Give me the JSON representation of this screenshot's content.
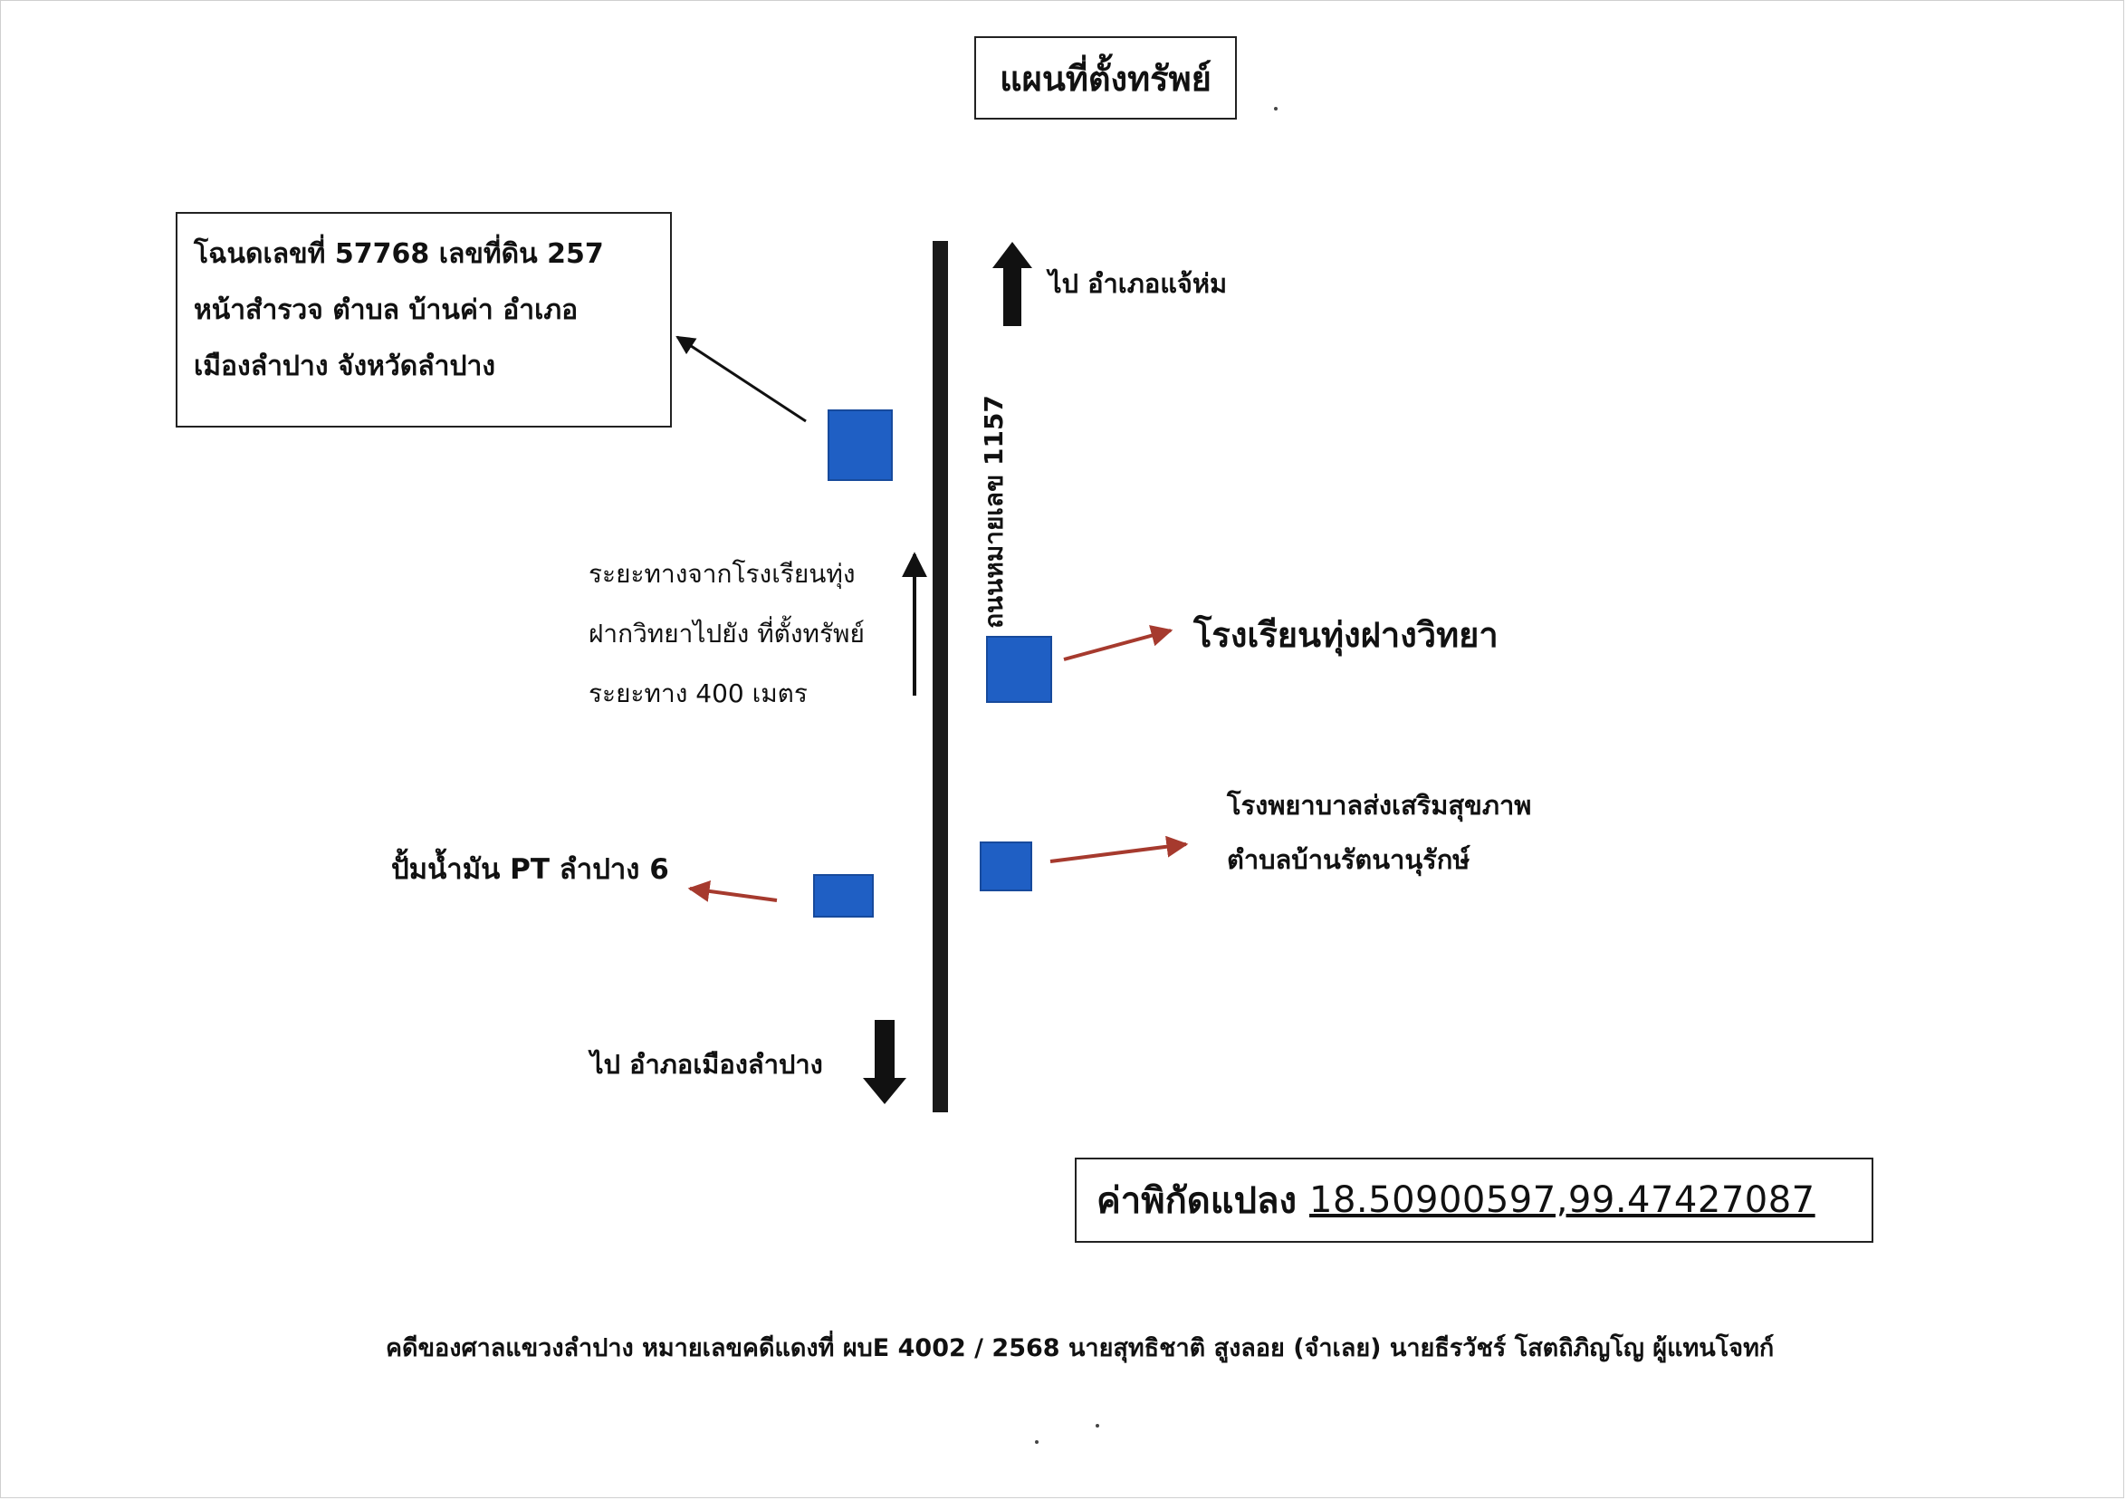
{
  "title": "แผนที่ตั้งทรัพย์",
  "deed": {
    "line1": "โฉนดเลขที่ 57768 เลขที่ดิน 257",
    "line2": "หน้าสำรวจ  ตำบล บ้านค่า อำเภอ",
    "line3": "เมืองลำปาง จังหวัดลำปาง"
  },
  "road": {
    "label": "ถนนหมายเลข 1157"
  },
  "directions": {
    "north": "ไป อำเภอแจ้ห่ม",
    "south": "ไป อำภอเมืองลำปาง"
  },
  "distance": {
    "line1": "ระยะทางจากโรงเรียนทุ่ง",
    "line2": "ฝากวิทยาไปยัง ที่ตั้งทรัพย์",
    "line3": "ระยะทาง 400  เมตร"
  },
  "landmarks": {
    "school": "โรงเรียนทุ่งฝางวิทยา",
    "hospital_line1": "โรงพยาบาลส่งเสริมสุขภาพ",
    "hospital_line2": "ตำบลบ้านรัตนานุรักษ์",
    "gas_station": "ปั้มน้ำมัน PT ลำปาง 6"
  },
  "coordinates": {
    "label": "ค่าพิกัดแปลง",
    "value": "18.50900597,99.47427087"
  },
  "footer": "คดีของศาลแขวงลำปาง หมายเลขคดีแดงที่ ผบE 4002 / 2568  นายสุทธิชาติ  สูงลอย (จำเลย)  นายธีรวัชร์ โสตถิภิญโญ ผู้แทนโจทก์",
  "colors": {
    "marker": "#1f5fc4",
    "marker_border": "#174a9c",
    "red_arrow": "#a63a2e",
    "road": "#1a1a1a"
  }
}
